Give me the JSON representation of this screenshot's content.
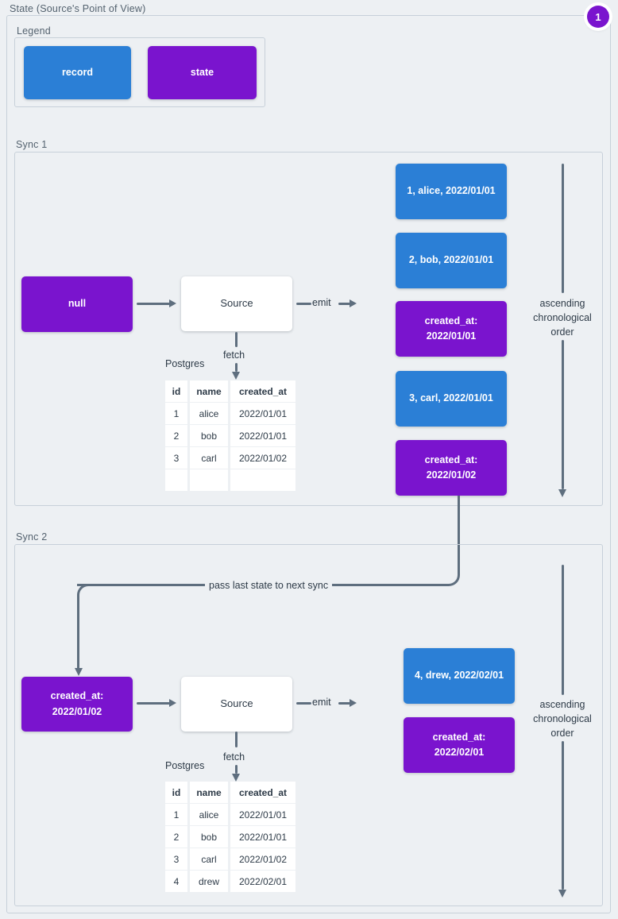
{
  "title": "State (Source's Point of View)",
  "badge": "1",
  "colors": {
    "record": "#2b7fd6",
    "state": "#7a14ce",
    "line": "#5e6e7e",
    "background": "#edf0f3"
  },
  "legend": {
    "label": "Legend",
    "record_label": "record",
    "state_label": "state"
  },
  "connector_label": "pass last state to next sync",
  "sync1": {
    "label": "Sync 1",
    "input_state": "null",
    "source": "Source",
    "emit": "emit",
    "fetch": "fetch",
    "db": "Postgres",
    "order_note": "ascending chronological order",
    "table": {
      "headers": [
        "id",
        "name",
        "created_at"
      ],
      "rows": [
        [
          "1",
          "alice",
          "2022/01/01"
        ],
        [
          "2",
          "bob",
          "2022/01/01"
        ],
        [
          "3",
          "carl",
          "2022/01/02"
        ],
        [
          "",
          "",
          ""
        ]
      ]
    },
    "stream": [
      {
        "kind": "record",
        "text": "1, alice, 2022/01/01"
      },
      {
        "kind": "record",
        "text": "2, bob, 2022/01/01"
      },
      {
        "kind": "state",
        "text": "created_at:\n2022/01/01"
      },
      {
        "kind": "record",
        "text": "3, carl, 2022/01/01"
      },
      {
        "kind": "state",
        "text": "created_at:\n2022/01/02"
      }
    ]
  },
  "sync2": {
    "label": "Sync 2",
    "input_state": "created_at:\n2022/01/02",
    "source": "Source",
    "emit": "emit",
    "fetch": "fetch",
    "db": "Postgres",
    "order_note": "ascending chronological order",
    "table": {
      "headers": [
        "id",
        "name",
        "created_at"
      ],
      "rows": [
        [
          "1",
          "alice",
          "2022/01/01"
        ],
        [
          "2",
          "bob",
          "2022/01/01"
        ],
        [
          "3",
          "carl",
          "2022/01/02"
        ],
        [
          "4",
          "drew",
          "2022/02/01"
        ]
      ]
    },
    "stream": [
      {
        "kind": "record",
        "text": "4, drew, 2022/02/01"
      },
      {
        "kind": "state",
        "text": "created_at:\n2022/02/01"
      }
    ]
  }
}
